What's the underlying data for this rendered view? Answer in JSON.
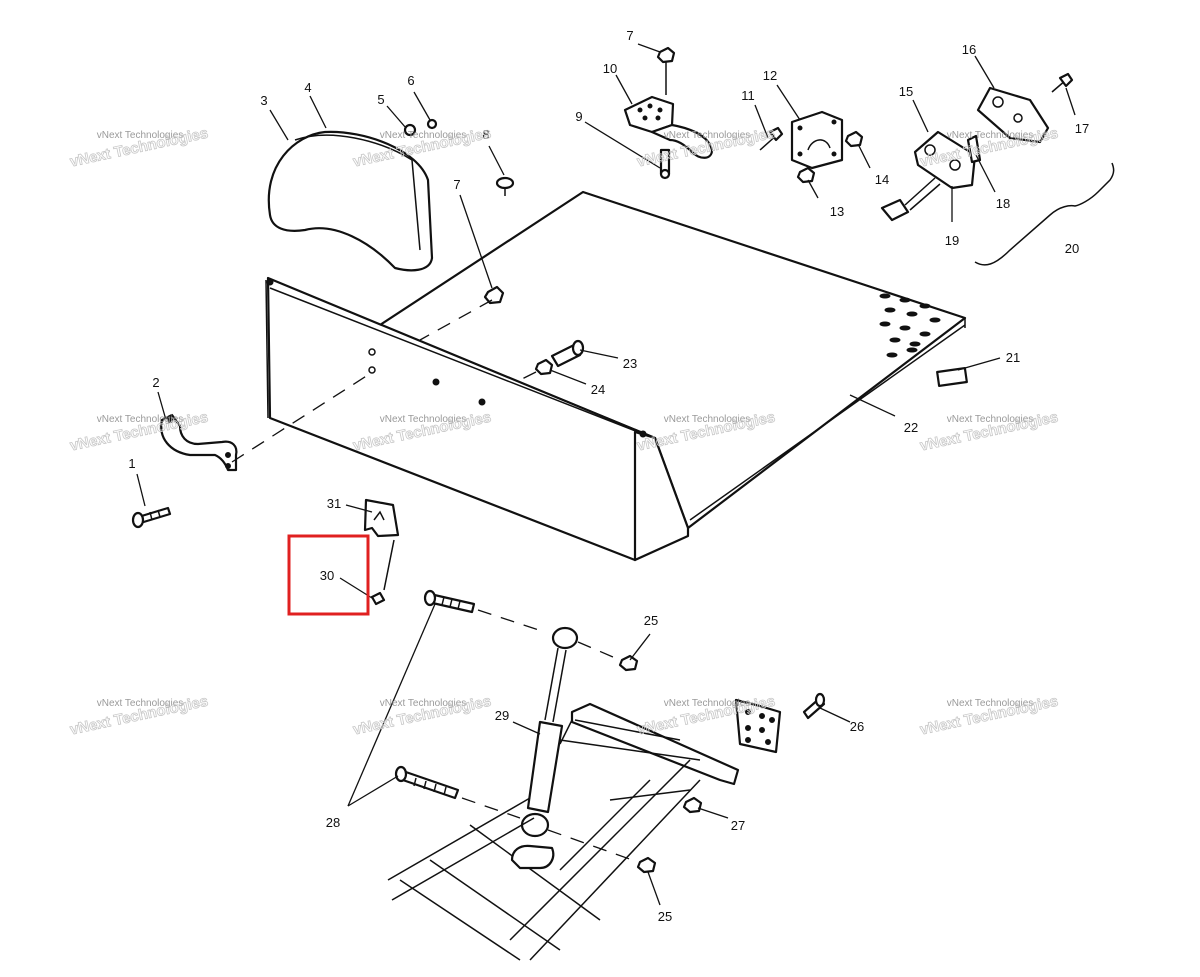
{
  "callouts": [
    {
      "id": "1",
      "label": "1"
    },
    {
      "id": "2",
      "label": "2"
    },
    {
      "id": "3",
      "label": "3"
    },
    {
      "id": "4",
      "label": "4"
    },
    {
      "id": "5",
      "label": "5"
    },
    {
      "id": "6",
      "label": "6"
    },
    {
      "id": "7a",
      "label": "7"
    },
    {
      "id": "7b",
      "label": "7"
    },
    {
      "id": "8",
      "label": "8"
    },
    {
      "id": "9",
      "label": "9"
    },
    {
      "id": "10",
      "label": "10"
    },
    {
      "id": "11",
      "label": "11"
    },
    {
      "id": "12",
      "label": "12"
    },
    {
      "id": "13",
      "label": "13"
    },
    {
      "id": "14",
      "label": "14"
    },
    {
      "id": "15",
      "label": "15"
    },
    {
      "id": "16",
      "label": "16"
    },
    {
      "id": "17",
      "label": "17"
    },
    {
      "id": "18",
      "label": "18"
    },
    {
      "id": "19",
      "label": "19"
    },
    {
      "id": "20",
      "label": "20"
    },
    {
      "id": "21",
      "label": "21"
    },
    {
      "id": "22",
      "label": "22"
    },
    {
      "id": "23",
      "label": "23"
    },
    {
      "id": "24",
      "label": "24"
    },
    {
      "id": "25a",
      "label": "25"
    },
    {
      "id": "25b",
      "label": "25"
    },
    {
      "id": "26",
      "label": "26"
    },
    {
      "id": "27",
      "label": "27"
    },
    {
      "id": "28",
      "label": "28"
    },
    {
      "id": "29",
      "label": "29"
    },
    {
      "id": "30",
      "label": "30"
    },
    {
      "id": "31",
      "label": "31"
    }
  ],
  "highlighted_callout": "30",
  "watermark": {
    "line1": "vNext Technologies",
    "line2": "vNext Technologies"
  },
  "colors": {
    "line": "#111111",
    "highlight": "#e02020",
    "watermark": "#9a9a9a"
  }
}
